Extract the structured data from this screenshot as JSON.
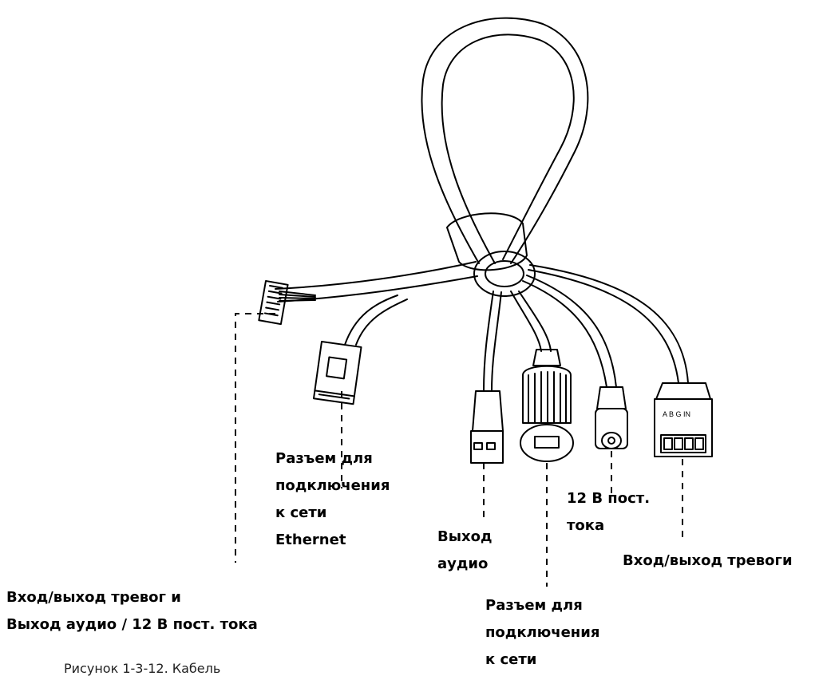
{
  "labels": {
    "ethernet_connector": [
      "Разъем для",
      "подключения",
      "к сети",
      "Ethernet"
    ],
    "audio_out": [
      "Выход",
      "аудио"
    ],
    "dc12v": [
      "12 В пост.",
      "тока"
    ],
    "alarm_io": "Вход/выход тревоги",
    "combined": [
      "Вход/выход тревог и",
      "Выход аудио / 12 В пост. тока"
    ],
    "network_connector": [
      "Разъем для",
      "подключения",
      "к сети"
    ]
  },
  "terminal_block_text": "A B G IN",
  "caption": "Рисунок 1-3-12. Кабель"
}
